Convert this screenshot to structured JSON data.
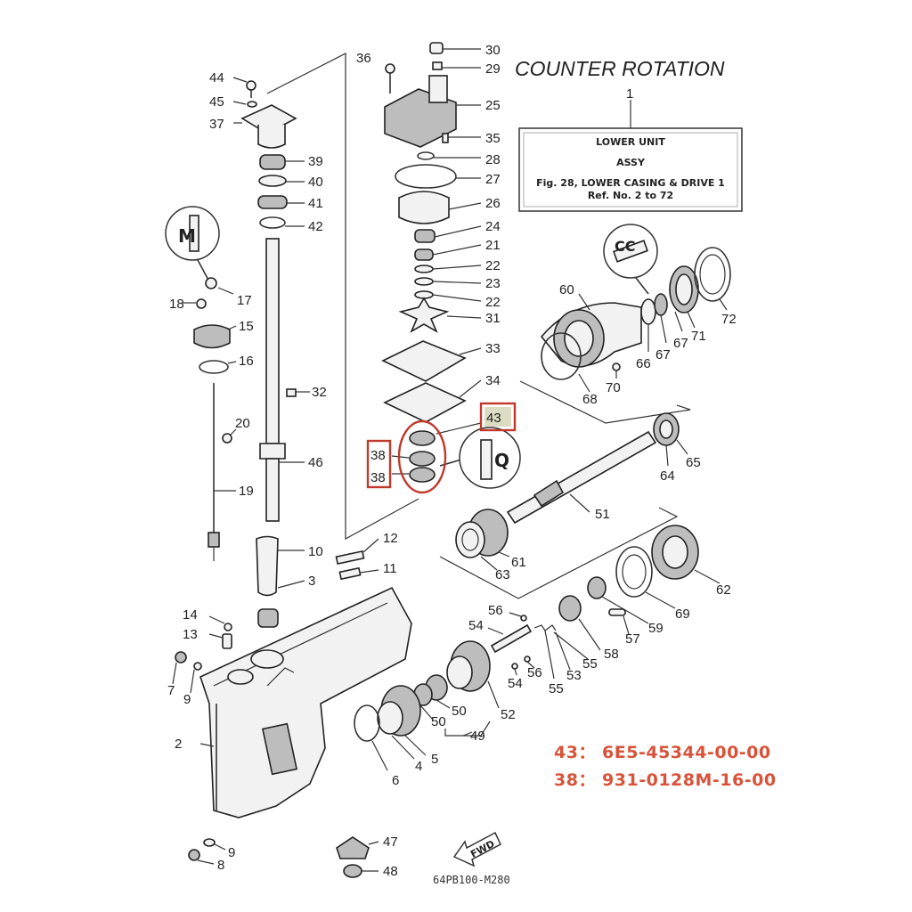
{
  "title": "COUNTER ROTATION",
  "callout": {
    "ref": "1",
    "line1": "LOWER UNIT",
    "line2": "ASSY",
    "line3": "Fig. 28, LOWER CASING & DRIVE 1",
    "line4": "Ref. No. 2 to 72"
  },
  "fwd_label": "FWD",
  "drawing_code": "64PB100-M280",
  "part_numbers": [
    {
      "ref": "43",
      "number": "6E5-45344-00-00",
      "text": "43：  6E5-45344-00-00"
    },
    {
      "ref": "38",
      "number": "931-0128M-16-00",
      "text": "38：  931-0128M-16-00"
    }
  ],
  "highlight_color": "#c0392b",
  "part_number_color": "#d9533a",
  "labels": {
    "l1": "1",
    "l2": "2",
    "l3": "3",
    "l4": "4",
    "l5": "5",
    "l6": "6",
    "l7": "7",
    "l8": "8",
    "l9a": "9",
    "l9b": "9",
    "l10": "10",
    "l11": "11",
    "l12": "12",
    "l13": "13",
    "l14": "14",
    "l15": "15",
    "l16": "16",
    "l17": "17",
    "l18": "18",
    "l19": "19",
    "l20": "20",
    "l21": "21",
    "l22a": "22",
    "l22b": "22",
    "l23": "23",
    "l24": "24",
    "l25": "25",
    "l26": "26",
    "l27": "27",
    "l28": "28",
    "l29": "29",
    "l30": "30",
    "l31": "31",
    "l32": "32",
    "l33": "33",
    "l34": "34",
    "l35": "35",
    "l36": "36",
    "l37": "37",
    "l38a": "38",
    "l38b": "38",
    "l39": "39",
    "l40": "40",
    "l41": "41",
    "l42": "42",
    "l43": "43",
    "l44": "44",
    "l45": "45",
    "l46": "46",
    "l47": "47",
    "l48": "48",
    "l49": "49",
    "l50a": "50",
    "l50b": "50",
    "l51": "51",
    "l52": "52",
    "l53": "53",
    "l54a": "54",
    "l54b": "54",
    "l55a": "55",
    "l55b": "55",
    "l56a": "56",
    "l56b": "56",
    "l57": "57",
    "l58": "58",
    "l59": "59",
    "l60": "60",
    "l61": "61",
    "l62": "62",
    "l63": "63",
    "l64": "64",
    "l65": "65",
    "l66": "66",
    "l67a": "67",
    "l67b": "67",
    "l68": "68",
    "l69": "69",
    "l70": "70",
    "l71": "71",
    "l72": "72"
  }
}
